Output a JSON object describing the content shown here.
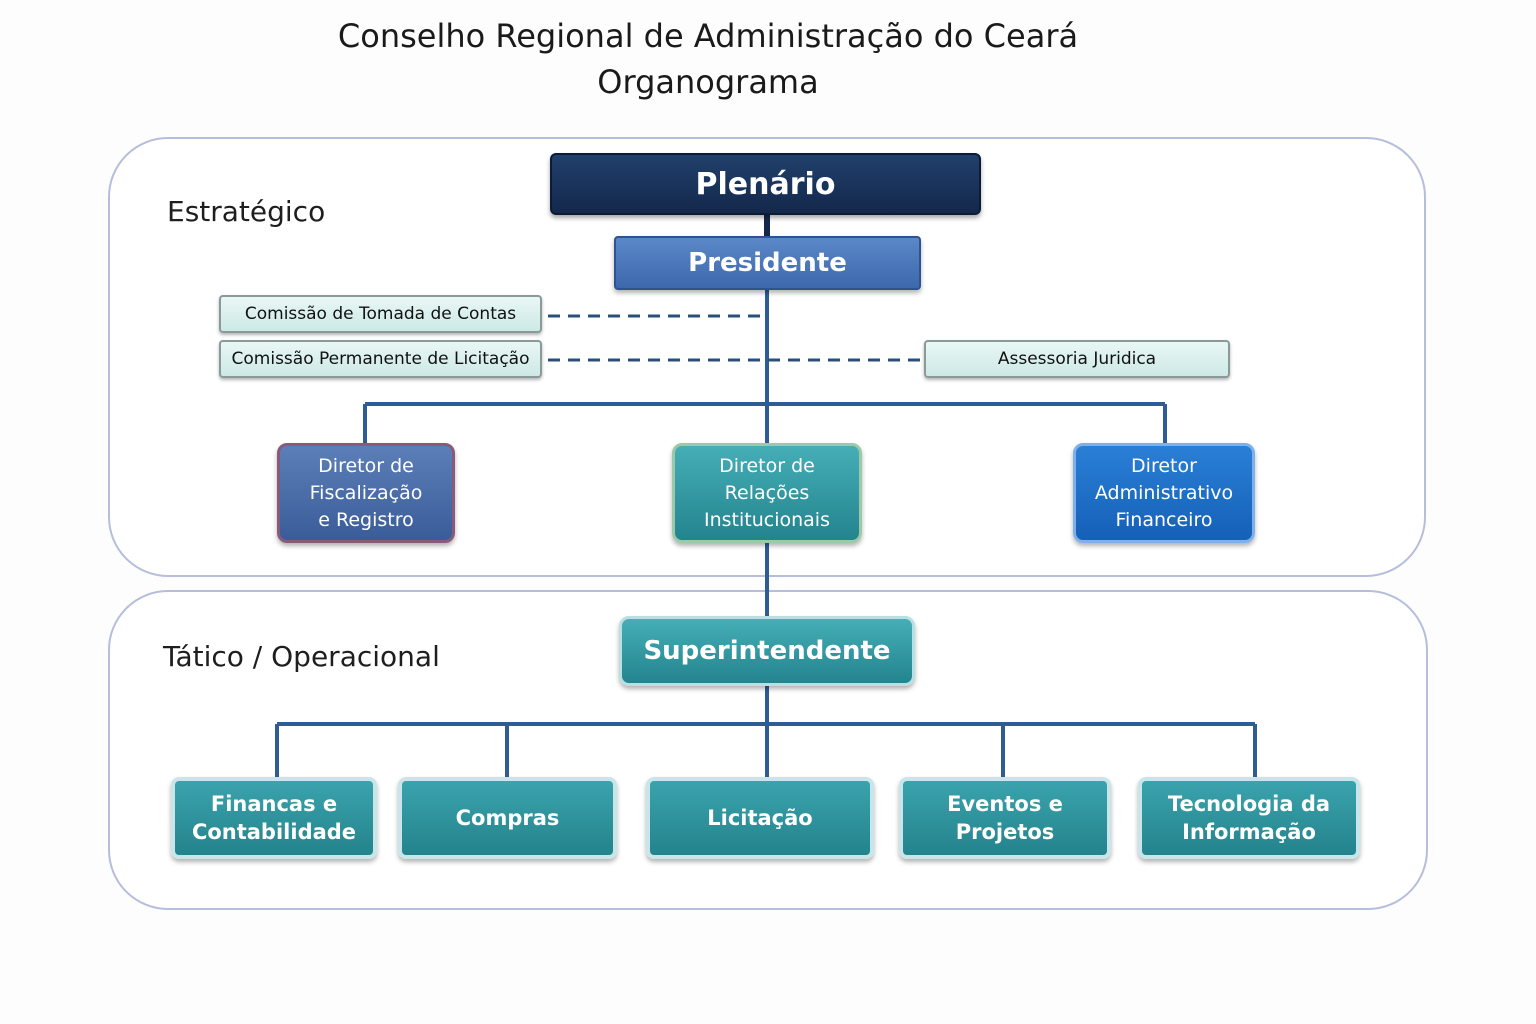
{
  "header": {
    "title": "Conselho Regional de Administração do Ceará",
    "subtitle": "Organograma"
  },
  "levels": {
    "strategic": "Estratégico",
    "tactical": "Tático / Operacional"
  },
  "nodes": {
    "plenario": "Plenário",
    "presidente": "Presidente",
    "comissao_contas": "Comissão de Tomada de Contas",
    "comissao_licitacao": "Comissão Permanente de Licitação",
    "assessoria": "Assessoria Juridica",
    "diretor_fiscalizacao": "Diretor de\nFiscalização\ne Registro",
    "diretor_relacoes": "Diretor de\nRelações\nInstitucionais",
    "diretor_adm": "Diretor\nAdministrativo\nFinanceiro",
    "superintendente": "Superintendente",
    "financas": "Financas e\nContabilidade",
    "compras": "Compras",
    "licitacao": "Licitação",
    "eventos": "Eventos e\nProjetos",
    "tecnologia": "Tecnologia da\nInformação"
  },
  "colors": {
    "connector": "#2d5c96",
    "dashed": "#2a4f78",
    "panel_border": "#b5bedd"
  }
}
